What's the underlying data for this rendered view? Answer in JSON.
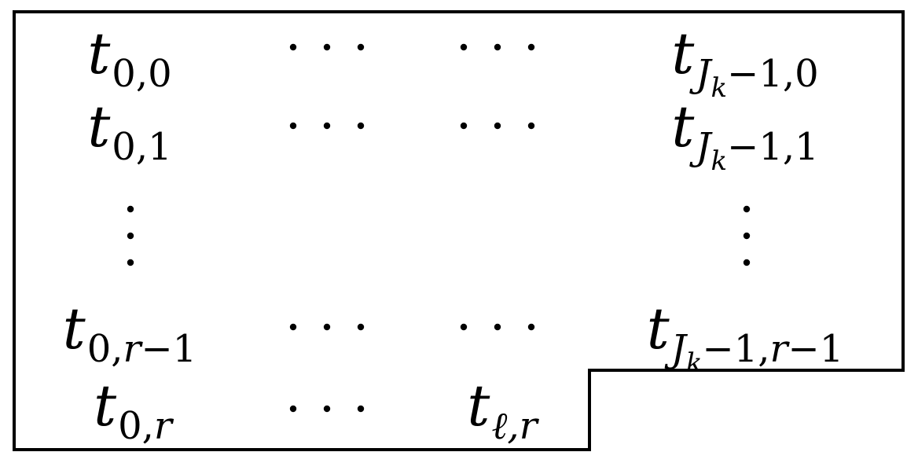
{
  "diagram": {
    "outline_color": "#000000",
    "text_color": "#000000",
    "cells": [
      {
        "id": "t-0-0",
        "base": "t",
        "sub": [
          {
            "s": "0,0"
          }
        ]
      },
      {
        "id": "dots-r0-c1",
        "dots": "horizontal"
      },
      {
        "id": "dots-r0-c2",
        "dots": "horizontal"
      },
      {
        "id": "t-jk-1-0",
        "base": "t",
        "sub": [
          {
            "s": "J",
            "i": true
          },
          {
            "s": "k",
            "i": true,
            "lvl": 2
          },
          {
            "s": "−1,0"
          }
        ]
      },
      {
        "id": "t-0-1",
        "base": "t",
        "sub": [
          {
            "s": "0,1"
          }
        ]
      },
      {
        "id": "dots-r1-c1",
        "dots": "horizontal"
      },
      {
        "id": "dots-r1-c2",
        "dots": "horizontal"
      },
      {
        "id": "t-jk-1-1",
        "base": "t",
        "sub": [
          {
            "s": "J",
            "i": true
          },
          {
            "s": "k",
            "i": true,
            "lvl": 2
          },
          {
            "s": "−1,1"
          }
        ]
      },
      {
        "id": "vdots-left",
        "dots": "vertical"
      },
      {
        "id": "vdots-right",
        "dots": "vertical"
      },
      {
        "id": "t-0-r-1",
        "base": "t",
        "sub": [
          {
            "s": "0,"
          },
          {
            "s": "r",
            "i": true
          },
          {
            "s": "−1"
          }
        ]
      },
      {
        "id": "dots-r3-c1",
        "dots": "horizontal"
      },
      {
        "id": "dots-r3-c2",
        "dots": "horizontal"
      },
      {
        "id": "t-jk-1-r-1",
        "base": "t",
        "sub": [
          {
            "s": "J",
            "i": true
          },
          {
            "s": "k",
            "i": true,
            "lvl": 2
          },
          {
            "s": "−1,"
          },
          {
            "s": "r",
            "i": true
          },
          {
            "s": "−1"
          }
        ]
      },
      {
        "id": "t-0-r",
        "base": "t",
        "sub": [
          {
            "s": "0,"
          },
          {
            "s": "r",
            "i": true
          }
        ]
      },
      {
        "id": "dots-r4-c1",
        "dots": "horizontal"
      },
      {
        "id": "t-l-r",
        "base": "t",
        "sub": [
          {
            "s": "ℓ,",
            "i": true
          },
          {
            "s": "r",
            "i": true
          }
        ]
      }
    ]
  }
}
